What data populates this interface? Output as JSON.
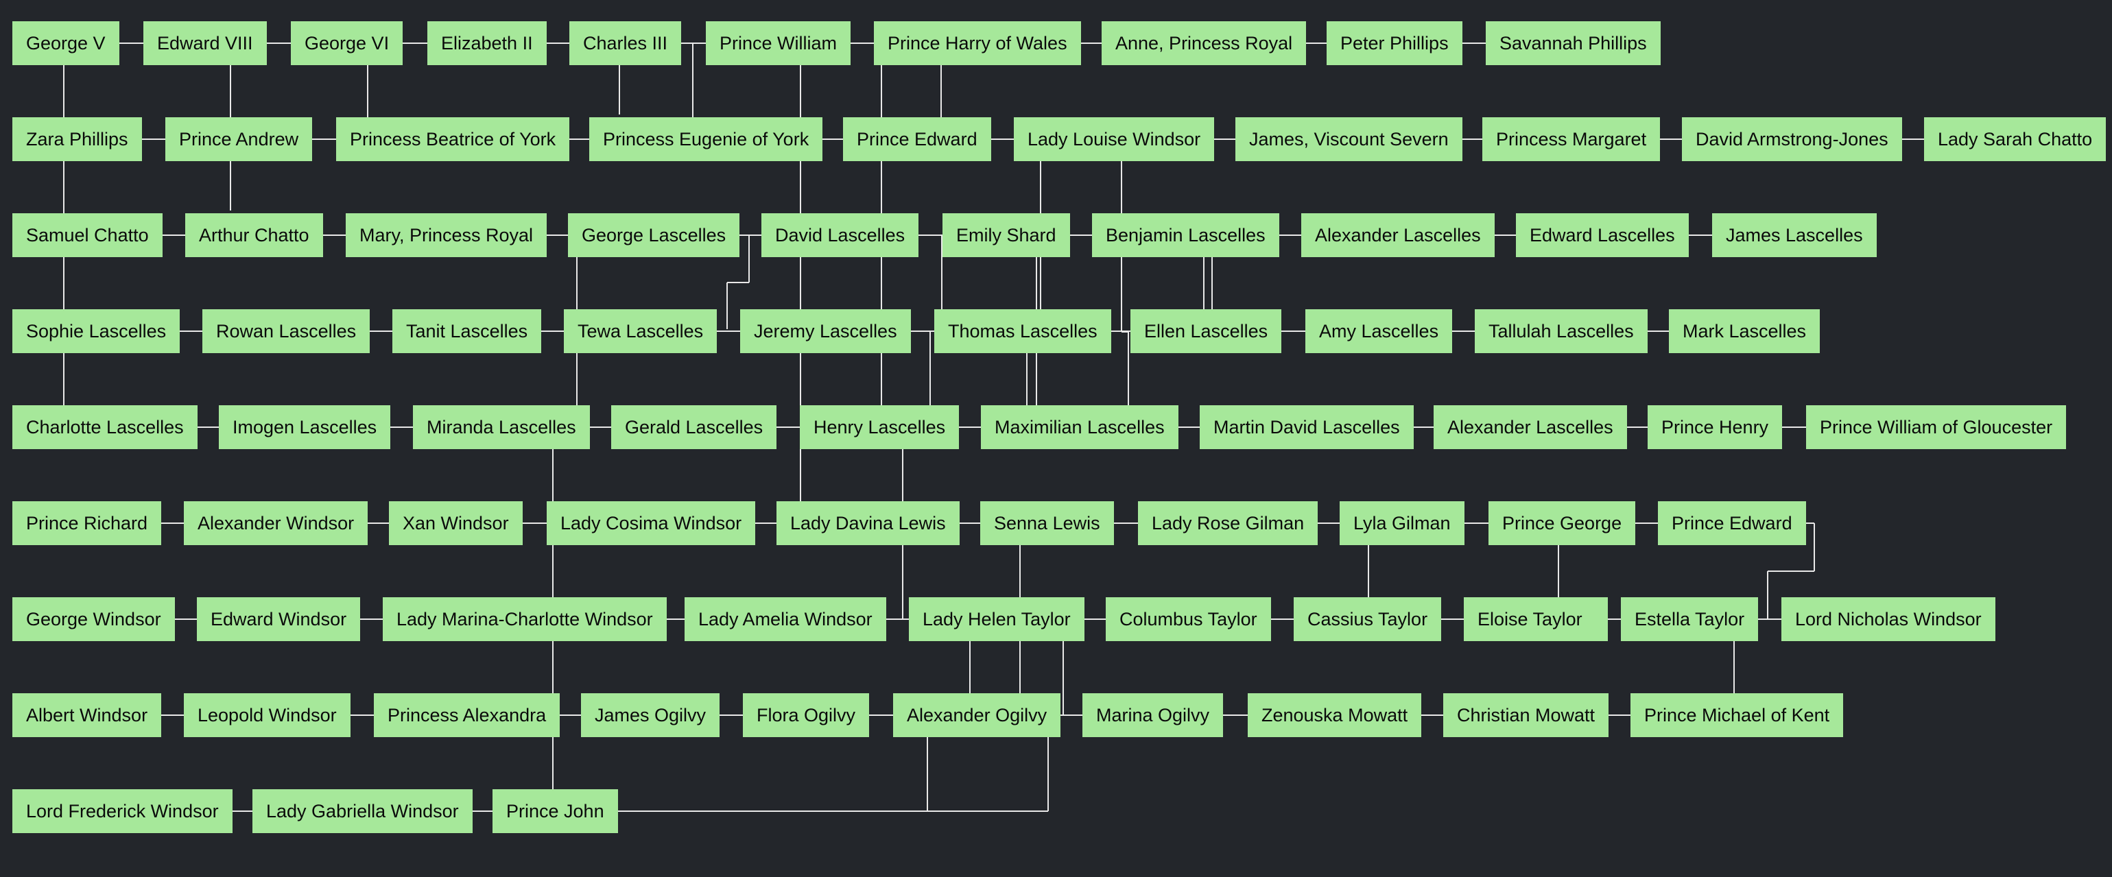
{
  "diagram": {
    "line_color": "#e9e9e9",
    "node_color": "#a6e89a",
    "background": "#23262b",
    "rows": [
      [
        "George V",
        "Edward VIII",
        "George VI",
        "Elizabeth II",
        "Charles III",
        "Prince William",
        "Prince Harry of Wales",
        "Anne, Princess Royal",
        "Peter Phillips",
        "Savannah Phillips"
      ],
      [
        "Zara Phillips",
        "Prince Andrew",
        "Princess Beatrice of York",
        "Princess Eugenie of York",
        "Prince Edward",
        "Lady Louise Windsor",
        "James, Viscount Severn",
        "Princess Margaret",
        "David Armstrong-Jones",
        "Lady Sarah Chatto"
      ],
      [
        "Samuel Chatto",
        "Arthur Chatto",
        "Mary, Princess Royal",
        "George Lascelles",
        "David Lascelles",
        "Emily Shard",
        "Benjamin Lascelles",
        "Alexander Lascelles",
        "Edward Lascelles",
        "James Lascelles"
      ],
      [
        "Sophie Lascelles",
        "Rowan Lascelles",
        "Tanit Lascelles",
        "Tewa Lascelles",
        "Jeremy Lascelles",
        "Thomas Lascelles",
        "Ellen Lascelles",
        "Amy Lascelles",
        "Tallulah Lascelles",
        "Mark Lascelles"
      ],
      [
        "Charlotte Lascelles",
        "Imogen Lascelles",
        "Miranda Lascelles",
        "Gerald Lascelles",
        "Henry Lascelles",
        "Maximilian Lascelles",
        "Martin David Lascelles",
        "Alexander Lascelles",
        "Prince Henry",
        "Prince William of Gloucester"
      ],
      [
        "Prince Richard",
        "Alexander Windsor",
        "Xan Windsor",
        "Lady Cosima Windsor",
        "Lady Davina Lewis",
        "Senna Lewis",
        "Lady Rose Gilman",
        "Lyla Gilman",
        "Prince George",
        "Prince Edward"
      ],
      [
        "George Windsor",
        "Edward Windsor",
        "Lady Marina-Charlotte Windsor",
        "Lady Amelia Windsor",
        "Lady Helen Taylor",
        "Columbus Taylor",
        "Cassius Taylor",
        "Eloise Taylor",
        "Estella Taylor",
        "Lord Nicholas Windsor"
      ],
      [
        "Albert Windsor",
        "Leopold Windsor",
        "Princess Alexandra",
        "James Ogilvy",
        "Flora Ogilvy",
        "Alexander Ogilvy",
        "Marina Ogilvy",
        "Zenouska Mowatt",
        "Christian Mowatt",
        "Prince Michael of Kent"
      ],
      [
        "Lord Frederick Windsor",
        "Lady Gabriella Windsor",
        "Prince John"
      ]
    ]
  }
}
